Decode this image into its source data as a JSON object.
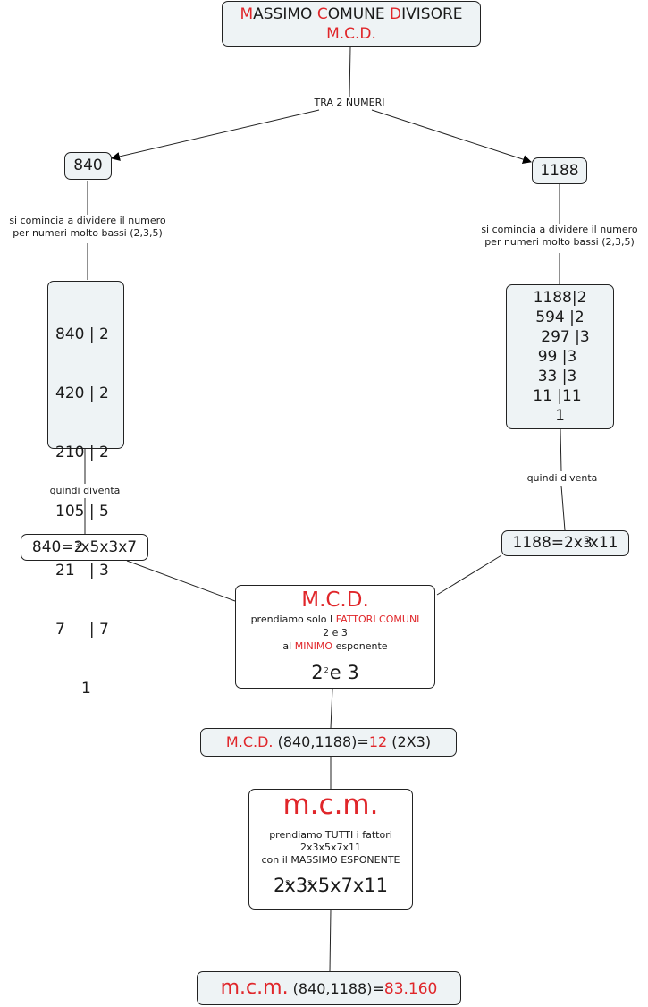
{
  "colors": {
    "accent": "#e0262a",
    "node_fill": "#eef3f5",
    "text": "#1a1a1a"
  },
  "title_node": {
    "parts": [
      {
        "t": "M",
        "red": true
      },
      {
        "t": "ASSIMO ",
        "red": false
      },
      {
        "t": "C",
        "red": true
      },
      {
        "t": "OMUNE ",
        "red": false
      },
      {
        "t": "D",
        "red": true
      },
      {
        "t": "IVISORE",
        "red": false
      }
    ],
    "subtitle": "M.C.D."
  },
  "link_labels": {
    "tra": "TRA 2 NUMERI",
    "left_divide": [
      "si comincia a dividere il numero",
      "per numeri molto bassi (2,3,5)"
    ],
    "right_divide": [
      "si comincia a dividere il numero",
      "per numeri molto bassi (2,3,5)"
    ],
    "left_quindi": "quindi diventa",
    "right_quindi": "quindi diventa"
  },
  "left": {
    "number": "840",
    "division_rows": [
      "840 | 2",
      "420 | 2",
      "210 | 2",
      "105 | 5",
      "21   | 3",
      "7     | 7",
      "1"
    ],
    "factorization": {
      "prefix": "840=2",
      "exp": "3",
      "suffix": "x5x3x7"
    }
  },
  "right": {
    "number": "1188",
    "division_rows": [
      "1188|2",
      "594 |2",
      "297 |3",
      "99 |3",
      "33 |3",
      "11 |11",
      "1"
    ],
    "factorization": {
      "prefix": "1188=2x3",
      "exp": "3",
      "suffix": "x11"
    }
  },
  "mcd_node": {
    "title": "M.C.D.",
    "line1_a": "prendiamo solo I ",
    "line1_b": "FATTORI COMUNI",
    "line2": "2 e 3",
    "line3_a": "al ",
    "line3_b": "MINIMO",
    "line3_c": " esponente",
    "result_base": "2",
    "result_exp": "2",
    "result_rest": "e 3"
  },
  "mcd_result": {
    "label": "M.C.D.",
    "args": " (840,1188)=",
    "value": "12",
    "note": " (2X3)"
  },
  "mcm_node": {
    "title": "m.c.m.",
    "line1": "prendiamo TUTTI i fattori",
    "line2": "2x3x5x7x11",
    "line3": "con il MASSIMO ESPONENTE",
    "result": [
      {
        "base": "2",
        "exp": "3"
      },
      {
        "base": "x3",
        "exp": "3"
      },
      {
        "base": "x5x7x11",
        "exp": ""
      }
    ]
  },
  "mcm_result": {
    "label": "m.c.m.",
    "args": " (840,1188)=",
    "value": "83.160"
  }
}
